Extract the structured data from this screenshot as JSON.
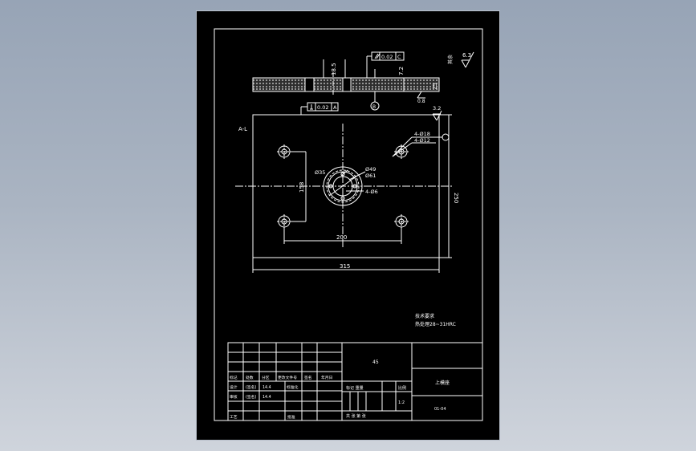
{
  "colors": {
    "background": "#9ba8b9",
    "paper": "#000000",
    "line": "#ffffff",
    "frame": "#b9c1cc"
  },
  "roughness": {
    "value": "6.3",
    "label": "其余"
  },
  "side_view": {
    "flatness": "0.02",
    "datum_c": "C",
    "dim_left": "18.5",
    "dim_right": "7.2",
    "dim_thick": "25",
    "roughness_bottom": "0.8",
    "datum_b": "B"
  },
  "plan_view": {
    "perpendicularity": "0.02",
    "datum_a": "A",
    "roughness": "3.2",
    "axis_label": "A-L",
    "holes_4x18": "4-Ø18",
    "holes_4x12": "4-Ø12",
    "d35": "Ø35",
    "d49": "Ø49",
    "d61": "Ø61",
    "holes_4x6": "4-Ø6",
    "dim_158": "158",
    "dim_200": "200",
    "dim_250": "250",
    "dim_315": "315"
  },
  "notes": {
    "title": "技术要求",
    "line1": "热处理28~31HRC"
  },
  "title_block": {
    "part_name": "上模座",
    "material": "45",
    "scale_label": "比例",
    "scale": "1:2",
    "mark_label": "标记 重量",
    "sheet_labels": "共 张 第 张",
    "drawing_no": "01-04",
    "left": {
      "row1": [
        "标记",
        "处数",
        "分区",
        "更改文件号",
        "签名",
        "年月日"
      ],
      "row2": [
        "设计",
        "(签名)",
        "14.4",
        "标准化"
      ],
      "row3": [
        "审核",
        "(签名)",
        "14.4"
      ],
      "row4": [
        "工艺",
        "批准"
      ]
    }
  }
}
